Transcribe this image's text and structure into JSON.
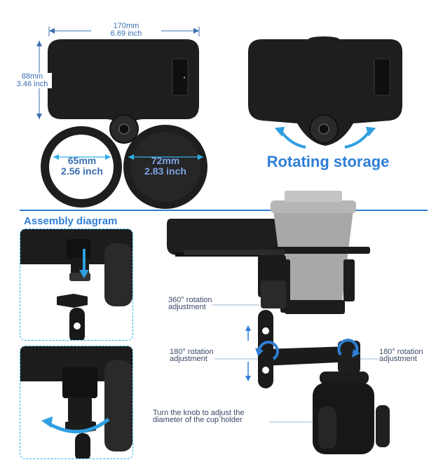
{
  "top_left": {
    "width_mm": "170mm",
    "width_in": "6.69 inch",
    "height_mm": "88mm",
    "height_in": "3.46 inch",
    "cup_small_mm": "65mm",
    "cup_small_in": "2.56 inch",
    "cup_large_mm": "72mm",
    "cup_large_in": "2.83 inch"
  },
  "top_right": {
    "title": "Rotating storage"
  },
  "assembly": {
    "title": "Assembly diagram"
  },
  "annotations": {
    "rotation_360_line1": "360° rotation",
    "rotation_360_line2": "adjustment",
    "rotation_180_left_line1": "180° rotation",
    "rotation_180_left_line2": "adjustment",
    "rotation_180_right_line1": "180° rotation",
    "rotation_180_right_line2": "adjustment",
    "knob_line1": "Turn the knob to adjust the",
    "knob_line2": "diameter of the cup holder"
  },
  "colors": {
    "accent_blue": "#2f7fd6",
    "label_blue": "#3b6fb0",
    "product_black": "#1c1c1c",
    "dashed_border": "#2fb0e8"
  }
}
